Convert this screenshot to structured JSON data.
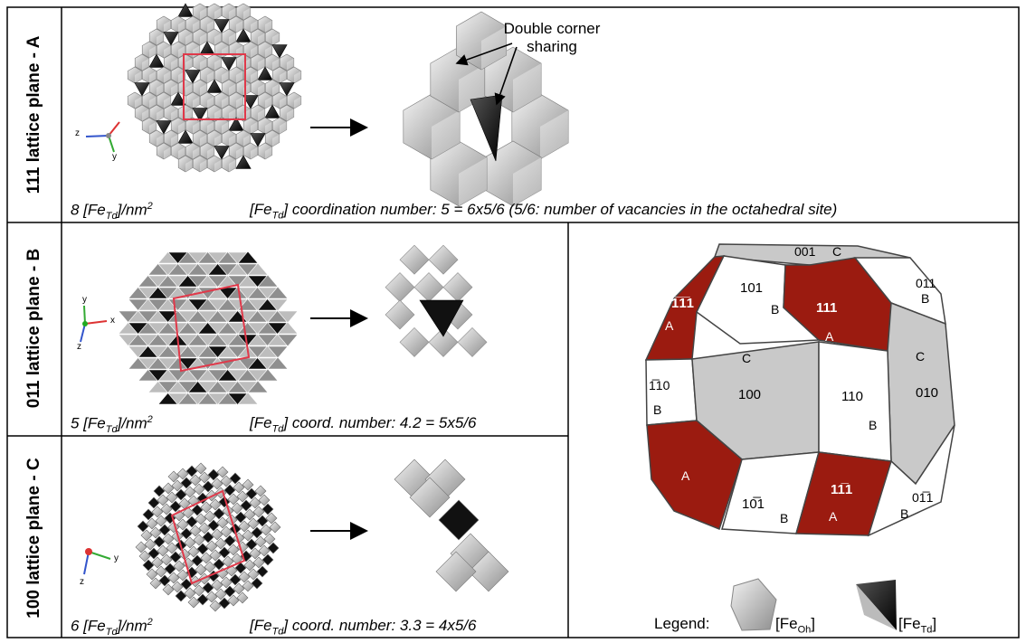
{
  "rows": [
    {
      "side_label": "111 lattice plane - A",
      "density_prefix": "8 [Fe",
      "density_sub": "Td",
      "density_mid": "]/nm",
      "density_sup": "2",
      "coord_prefix": "[Fe",
      "coord_sub": "Td",
      "coord_rest": "] coordination number: 5 = 6x5/6 (5/6: number of vacancies in the octahedral site)"
    },
    {
      "side_label": "011 lattice plane - B",
      "density_prefix": "5 [Fe",
      "density_sub": "Td",
      "density_mid": "]/nm",
      "density_sup": "2",
      "coord_prefix": "[Fe",
      "coord_sub": "Td",
      "coord_rest": "] coord. number: 4.2 = 5x5/6"
    },
    {
      "side_label": "100 lattice plane - C",
      "density_prefix": "6 [Fe",
      "density_sub": "Td",
      "density_mid": "]/nm",
      "density_sup": "2",
      "coord_prefix": "[Fe",
      "coord_sub": "Td",
      "coord_rest": "] coord. number: 3.3 = 4x5/6"
    }
  ],
  "annotation": {
    "line1": "Double corner",
    "line2": "sharing"
  },
  "axes": {
    "x": "x",
    "y": "y",
    "z": "z"
  },
  "crystal": {
    "faces": {
      "f001": "001",
      "f001_type": "C",
      "f101": "101",
      "f101_type": "B",
      "f011": "011",
      "f011_type": "B",
      "f1m1m1": "1̅1̅1",
      "f1m1m1_type": "A",
      "f111": "111",
      "f111_type": "A",
      "f100": "100",
      "f100_type": "C",
      "f110": "110",
      "f110_type": "B",
      "f010": "010",
      "f010_type": "C",
      "f1m10": "1̅10",
      "f1m10_type": "B",
      "f10m1": "10̅1",
      "f10m1_type": "B",
      "f11m1": "11̅1",
      "f11m1_type": "A",
      "f01m1": "01̅1",
      "f01m1_type": "B",
      "fA_left": "A"
    }
  },
  "legend": {
    "label": "Legend:",
    "oh_prefix": "[Fe",
    "oh_sub": "Oh",
    "oh_suffix": "]",
    "td_prefix": "[Fe",
    "td_sub": "Td",
    "td_suffix": "]"
  },
  "colors": {
    "red_face": "#9b1b10",
    "gray_face": "#c8c8c8",
    "frame_red": "#e0394a"
  }
}
